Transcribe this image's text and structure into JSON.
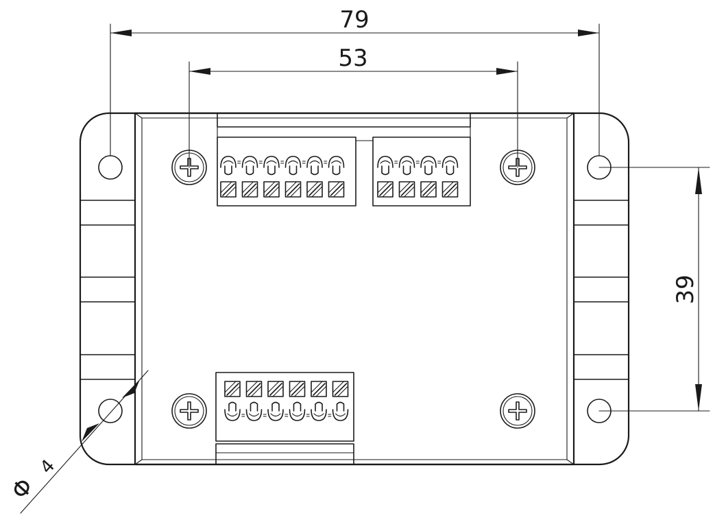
{
  "dimensions": {
    "overall_width": "79",
    "screw_spacing": "53",
    "hole_vertical_spacing": "39",
    "hole_diameter_symbol": "Φ",
    "hole_diameter_value": "4"
  },
  "connectors": {
    "top_left_pins": 6,
    "top_right_pins": 4,
    "bottom_pins": 6
  },
  "colors": {
    "line": "#1a1a1a",
    "background": "#ffffff"
  }
}
